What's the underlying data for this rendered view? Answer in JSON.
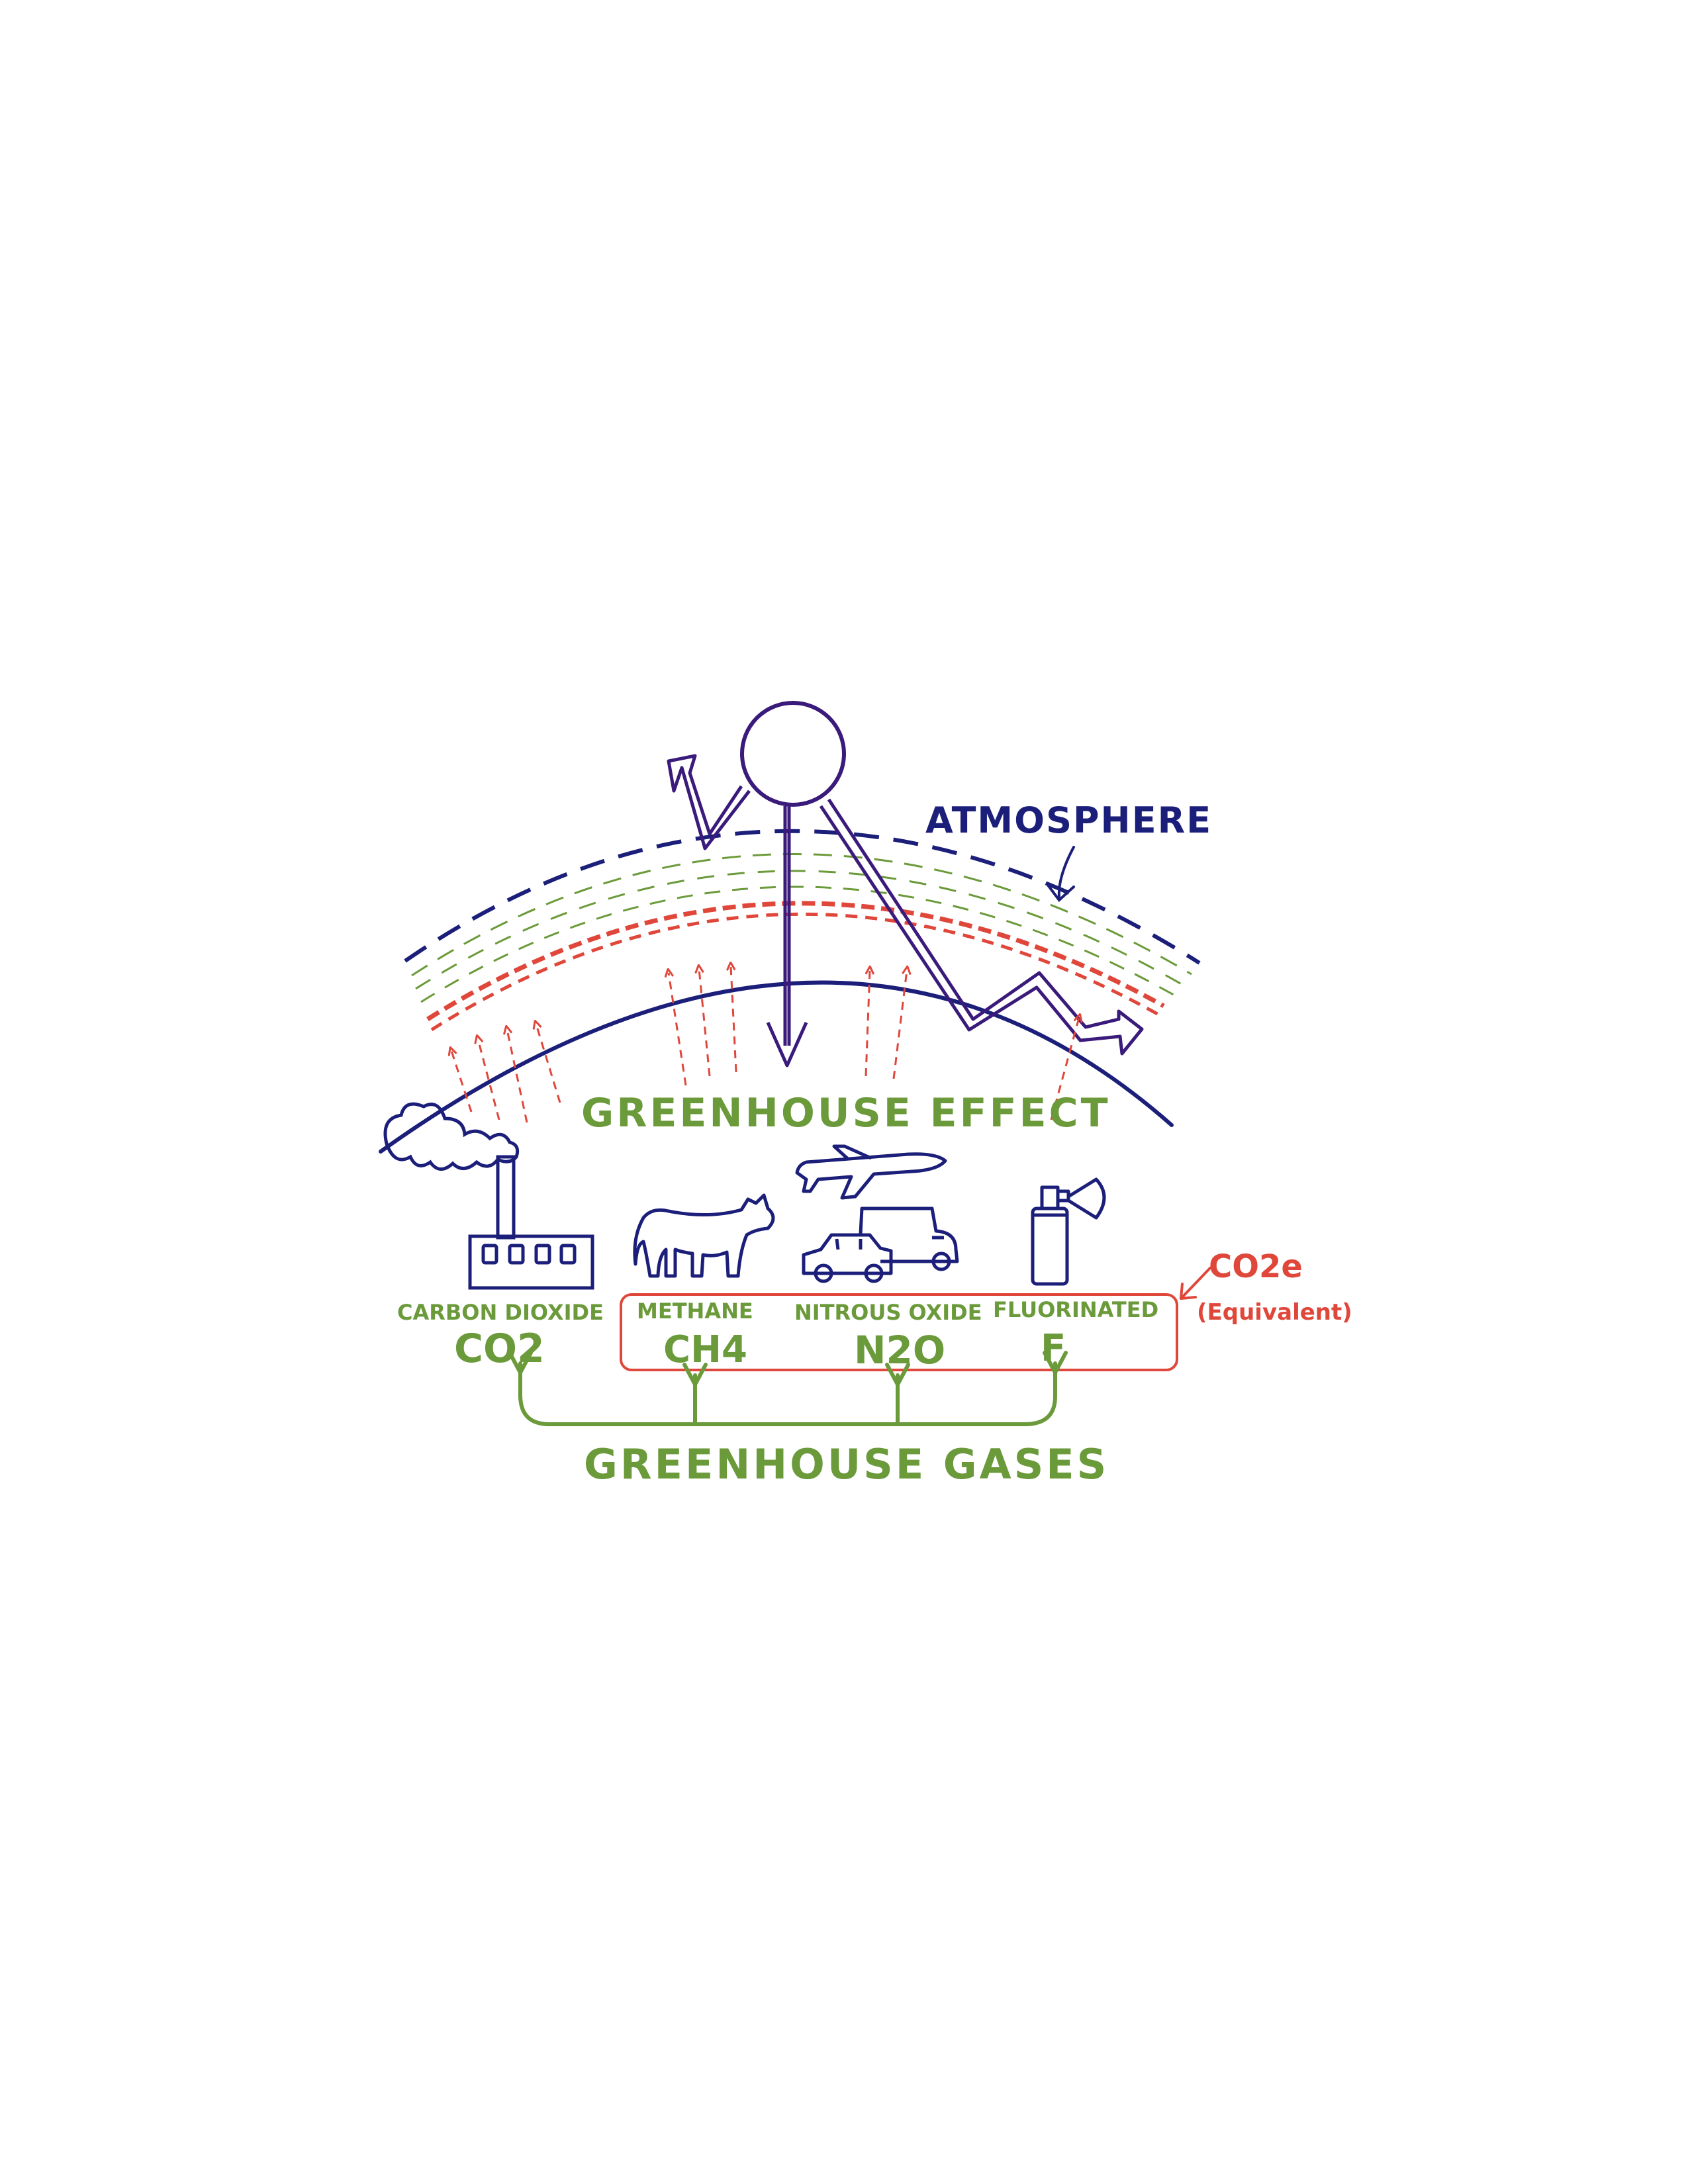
{
  "labels": {
    "atmosphere": "ATMOSPHERE",
    "greenhouse_effect": "GREENHOUSE EFFECT",
    "greenhouse_gases": "GREENHOUSE GASES",
    "co2e": "CO2e",
    "co2e_sub": "(Equivalent)"
  },
  "gases": [
    {
      "name": "CARBON DIOXIDE",
      "formula": "CO2"
    },
    {
      "name": "METHANE",
      "formula": "CH4"
    },
    {
      "name": "NITROUS OXIDE",
      "formula": "N2O"
    },
    {
      "name": "FLUORINATED",
      "formula": "F"
    }
  ],
  "colors": {
    "navy": "#1c1f7a",
    "purple": "#3a1a7a",
    "green": "#6b9a3a",
    "red": "#e0473b"
  }
}
